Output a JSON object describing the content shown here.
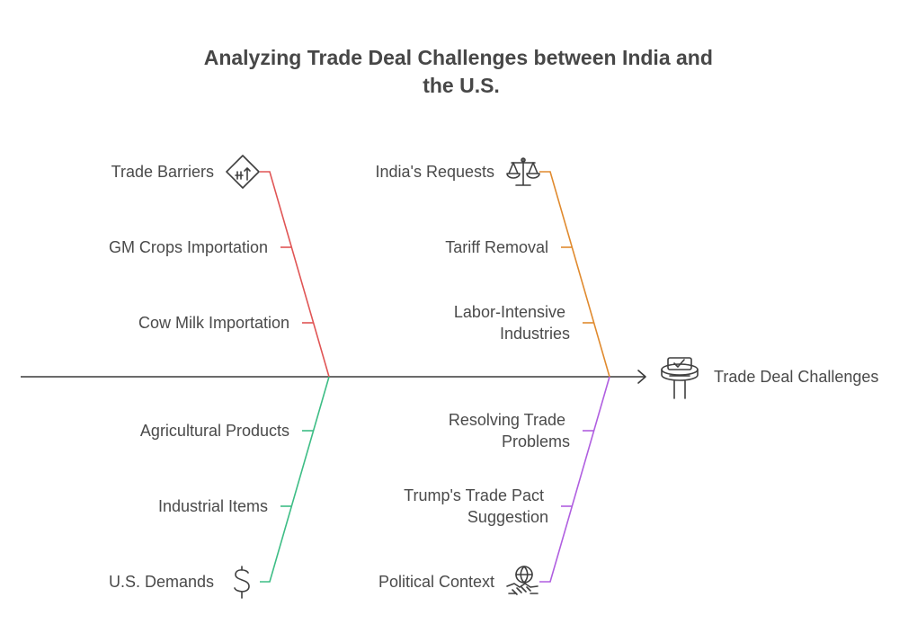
{
  "title_lines": [
    "Analyzing Trade Deal Challenges between India and",
    "the U.S."
  ],
  "effect": {
    "label": "Trade Deal Challenges",
    "icon": "ballot-box-icon"
  },
  "categories": [
    {
      "key": "trade-barriers",
      "label": "Trade Barriers",
      "icon": "road-sign-icon",
      "color": "#E05555",
      "causes": [
        [
          "GM Crops Importation"
        ],
        [
          "Cow Milk Importation"
        ]
      ]
    },
    {
      "key": "indias-requests",
      "label": "India's Requests",
      "icon": "scales-icon",
      "color": "#E08A2E",
      "causes": [
        [
          "Tariff Removal"
        ],
        [
          "Labor-Intensive",
          "Industries"
        ]
      ]
    },
    {
      "key": "us-demands",
      "label": "U.S. Demands",
      "icon": "dollar-sign-icon",
      "color": "#3DBD85",
      "causes": [
        [
          "Agricultural Products"
        ],
        [
          "Industrial Items"
        ]
      ]
    },
    {
      "key": "political-context",
      "label": "Political Context",
      "icon": "handshake-globe-icon",
      "color": "#B05FE0",
      "causes": [
        [
          "Resolving Trade",
          "Problems"
        ],
        [
          "Trump's Trade Pact",
          "Suggestion"
        ]
      ]
    }
  ]
}
